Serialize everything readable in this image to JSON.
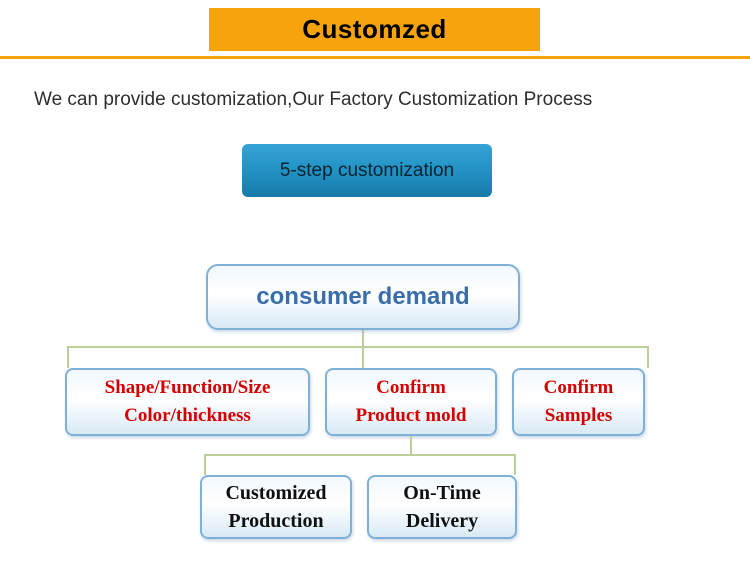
{
  "banner": {
    "title": "Customzed"
  },
  "intro": {
    "text": "We can provide customization,Our Factory Customization Process"
  },
  "step_button": {
    "label": "5-step customization"
  },
  "flowchart": {
    "root_label": "consumer demand",
    "level2": [
      {
        "label": "Shape/Function/Size\nColor/thickness"
      },
      {
        "label": "Confirm\nProduct mold"
      },
      {
        "label": "Confirm\nSamples"
      }
    ],
    "level3": [
      {
        "label": "Customized\nProduction"
      },
      {
        "label": "On-Time\nDelivery"
      }
    ]
  },
  "colors": {
    "banner_bg": "#F7A30B",
    "button_bg": "#2090C2",
    "box_border": "#7FB0D6",
    "connector": "#BBCF9C",
    "red_text": "#D40000",
    "root_text": "#3A6EA8"
  }
}
